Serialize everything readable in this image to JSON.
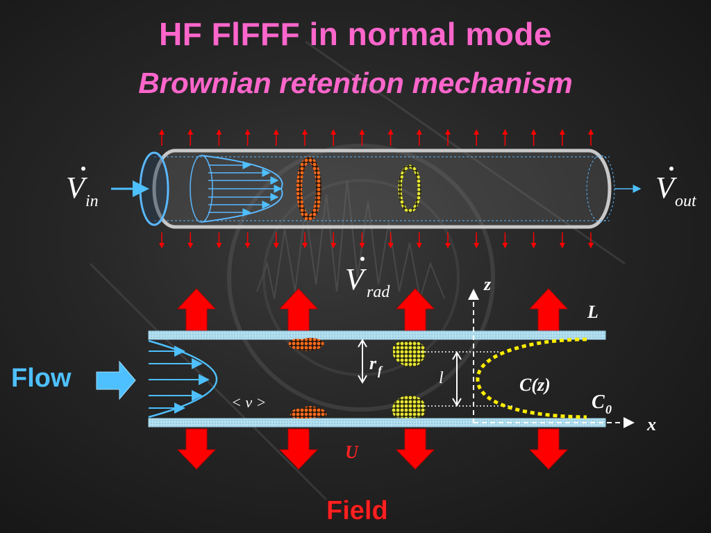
{
  "header": {
    "title": "HF FlFFF in normal mode",
    "subtitle": "Brownian retention mechanism"
  },
  "tube": {
    "inlet_label": "V",
    "inlet_subscript": "in",
    "outlet_label": "V",
    "outlet_subscript": "out"
  },
  "channel": {
    "radial_flow_label": "V",
    "radial_flow_subscript": "rad",
    "flow_label": "Flow",
    "velocity_label": "< v >",
    "rf_label": "r",
    "rf_subscript": "f",
    "l_label": "l",
    "concentration_label": "C(z)",
    "c0_label": "C",
    "c0_subscript": "0",
    "L_label": "L",
    "z_axis_label": "z",
    "x_axis_label": "x",
    "U_label": "U",
    "field_label": "Field"
  },
  "colors": {
    "title": "#ff66cc",
    "arrow_red": "#ff0000",
    "tube_blue": "#5bb8ff",
    "wall_fill": "#a8d8ec",
    "orange_particles": "#ff6a1a",
    "yellow_particles": "#e6e633",
    "flow_arrow": "#4ec0ff"
  }
}
